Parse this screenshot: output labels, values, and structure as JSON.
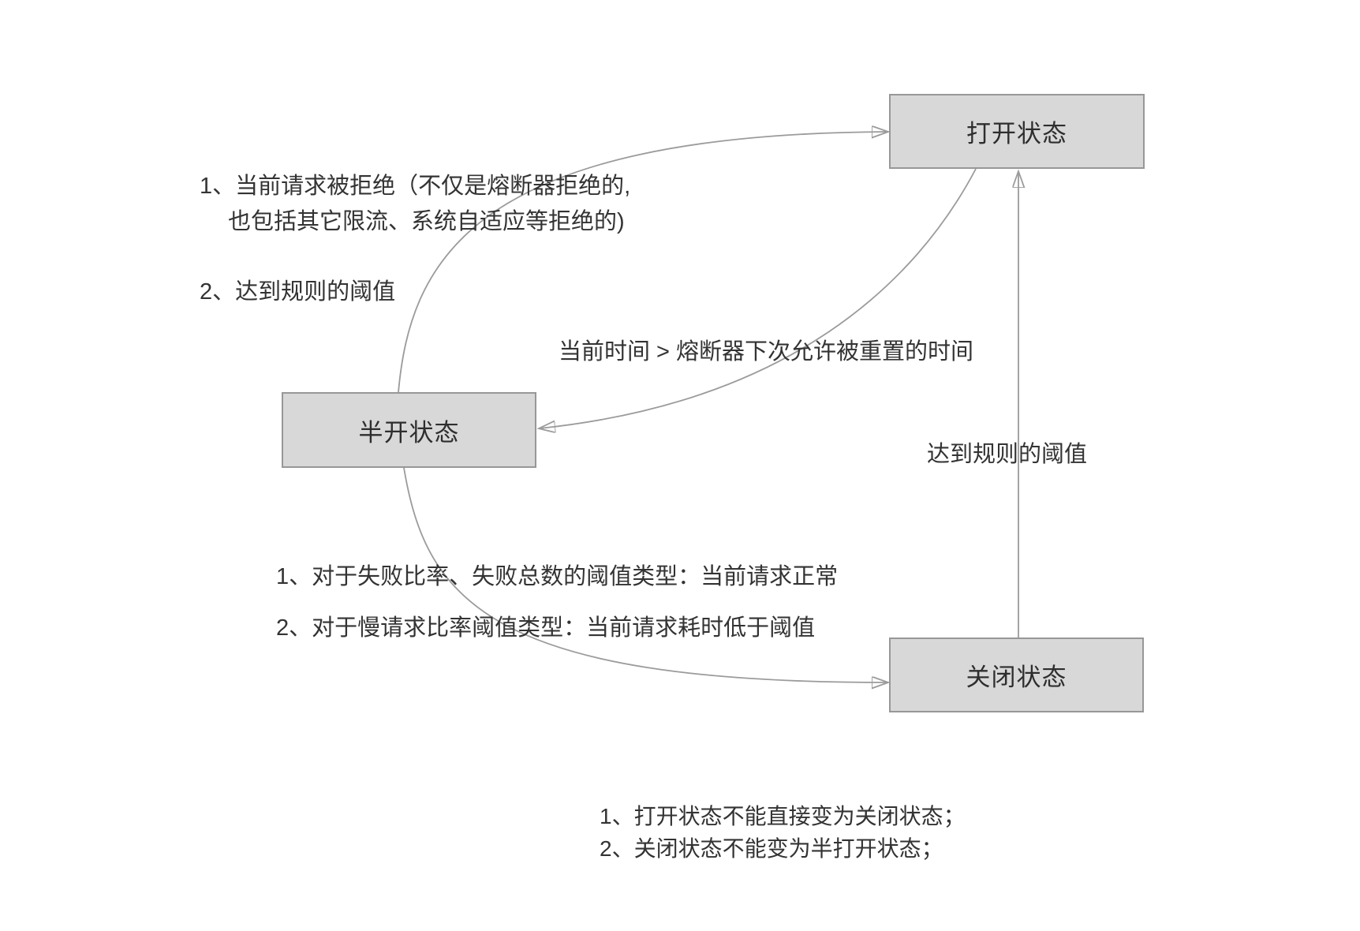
{
  "nodes": {
    "open": "打开状态",
    "half_open": "半开状态",
    "closed": "关闭状态"
  },
  "edge_labels": {
    "half_open_to_open_1": "1、当前请求被拒绝（不仅是熔断器拒绝的,",
    "half_open_to_open_1_cont": "也包括其它限流、系统自适应等拒绝的)",
    "half_open_to_open_2": "2、达到规则的阈值",
    "open_to_half_open": "当前时间 > 熔断器下次允许被重置的时间",
    "half_open_to_closed_1": "1、对于失败比率、失败总数的阈值类型：当前请求正常",
    "half_open_to_closed_2": "2、对于慢请求比率阈值类型：当前请求耗时低于阈值",
    "closed_to_open": "达到规则的阈值"
  },
  "notes": {
    "line1": "1、打开状态不能直接变为关闭状态；",
    "line2": "2、关闭状态不能变为半打开状态；"
  },
  "colors": {
    "node_fill": "#d8d8d8",
    "node_border": "#979797",
    "edge": "#9b9b9b",
    "text": "#333333"
  }
}
